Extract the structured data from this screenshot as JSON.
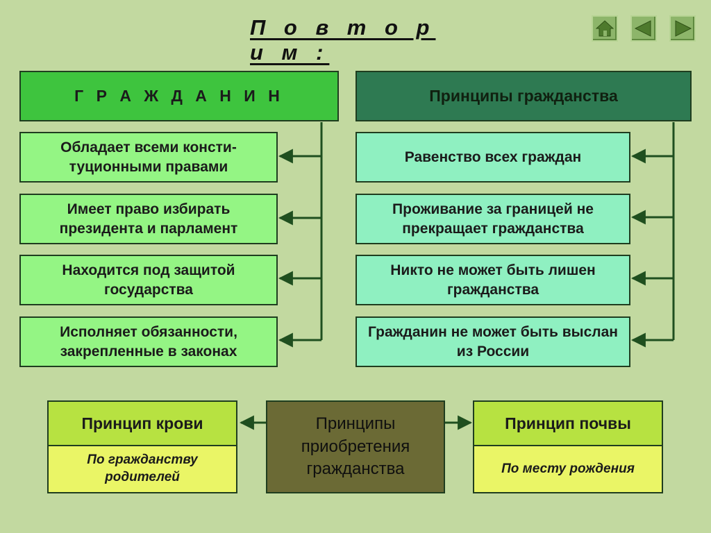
{
  "title": "П о в т о р и м :",
  "citizen": {
    "header": "Г Р А Ж Д А Н И Н",
    "items": [
      "Обладает всеми консти-туционными правами",
      "Имеет право избирать президента и парламент",
      "Находится под защитой государства",
      "Исполняет обязанности, закрепленные в законах"
    ]
  },
  "principles": {
    "header": "Принципы гражданства",
    "items": [
      "Равенство всех граждан",
      "Проживание за границей не прекращает гражданства",
      "Никто не может быть лишен гражданства",
      "Гражданин не может быть выслан из России"
    ]
  },
  "acquisition": {
    "center": "Принципы приобретения гражданства",
    "blood": {
      "title": "Принцип крови",
      "desc": "По гражданству родителей"
    },
    "soil": {
      "title": "Принцип почвы",
      "desc": "По месту рождения"
    }
  },
  "nav": {
    "home_icon": "home-icon",
    "back_icon": "arrow-left-icon",
    "forward_icon": "arrow-right-icon"
  },
  "colors": {
    "background": "#c2d9a0",
    "citizen_header": "#3ec43e",
    "principles_header": "#2e7a52",
    "left_items": "#94f584",
    "right_items": "#8ff0c1",
    "acquisition_center": "#6b6a35",
    "acquisition_title": "#b7e241",
    "acquisition_desc": "#eaf566",
    "connector": "#1f4f1f"
  }
}
